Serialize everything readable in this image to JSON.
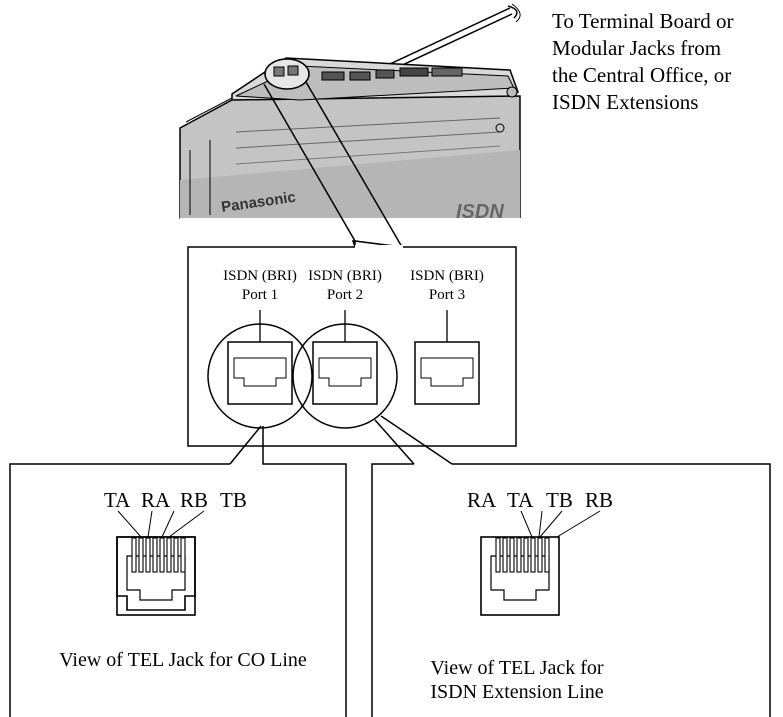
{
  "callout": {
    "lines": [
      "To Terminal Board or",
      "Modular Jacks from",
      "the Central Office, or",
      "ISDN Extensions"
    ]
  },
  "device": {
    "brand": "Panasonic",
    "badge": "ISDN"
  },
  "ports": [
    {
      "line1": "ISDN (BRI)",
      "line2": "Port 1"
    },
    {
      "line1": "ISDN (BRI)",
      "line2": "Port 2"
    },
    {
      "line1": "ISDN (BRI)",
      "line2": "Port 3"
    }
  ],
  "co_jack": {
    "pins": [
      "TA",
      "RA",
      "RB",
      "TB"
    ],
    "caption": "View of TEL Jack for CO Line"
  },
  "ext_jack": {
    "pins": [
      "RA",
      "TA",
      "TB",
      "RB"
    ],
    "caption_line1": "View of TEL Jack for",
    "caption_line2": "ISDN Extension Line"
  },
  "colors": {
    "device_body": "#c9c9c9",
    "device_dark": "#8a8a8a",
    "line": "#000000"
  }
}
